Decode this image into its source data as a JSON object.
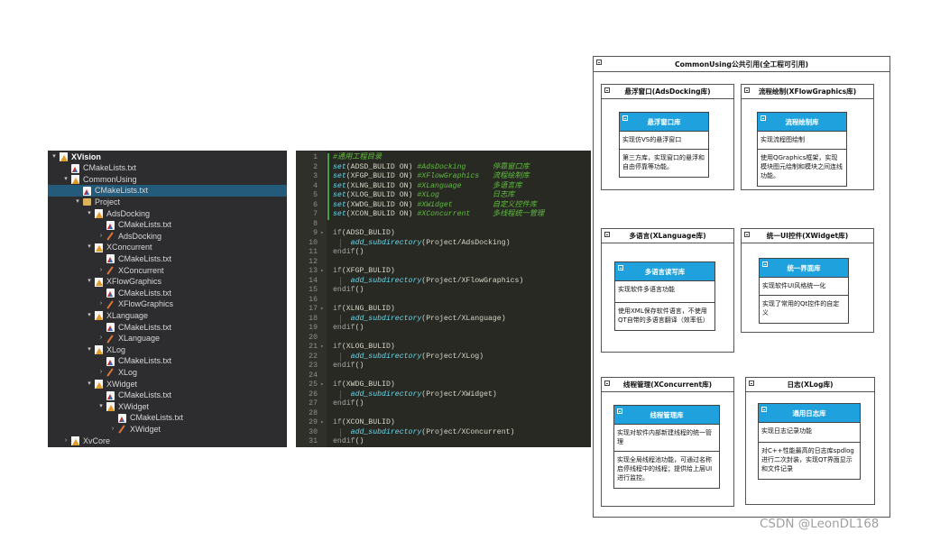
{
  "tree": {
    "items": [
      {
        "label": "XVision",
        "depth": 0,
        "arrow": "▾",
        "icon": "proj",
        "bold": true
      },
      {
        "label": "CMakeLists.txt",
        "depth": 1,
        "arrow": "",
        "icon": "cmake"
      },
      {
        "label": "CommonUsing",
        "depth": 1,
        "arrow": "▾",
        "icon": "proj"
      },
      {
        "label": "CMakeLists.txt",
        "depth": 2,
        "arrow": "",
        "icon": "cmake",
        "selected": true
      },
      {
        "label": "Project",
        "depth": 2,
        "arrow": "▾",
        "icon": "folder"
      },
      {
        "label": "AdsDocking",
        "depth": 3,
        "arrow": "▾",
        "icon": "proj"
      },
      {
        "label": "CMakeLists.txt",
        "depth": 4,
        "arrow": "",
        "icon": "cmake"
      },
      {
        "label": "AdsDocking",
        "depth": 4,
        "arrow": "›",
        "icon": "target"
      },
      {
        "label": "XConcurrent",
        "depth": 3,
        "arrow": "▾",
        "icon": "proj"
      },
      {
        "label": "CMakeLists.txt",
        "depth": 4,
        "arrow": "",
        "icon": "cmake"
      },
      {
        "label": "XConcurrent",
        "depth": 4,
        "arrow": "›",
        "icon": "target"
      },
      {
        "label": "XFlowGraphics",
        "depth": 3,
        "arrow": "▾",
        "icon": "proj"
      },
      {
        "label": "CMakeLists.txt",
        "depth": 4,
        "arrow": "",
        "icon": "cmake"
      },
      {
        "label": "XFlowGraphics",
        "depth": 4,
        "arrow": "›",
        "icon": "target"
      },
      {
        "label": "XLanguage",
        "depth": 3,
        "arrow": "▾",
        "icon": "proj"
      },
      {
        "label": "CMakeLists.txt",
        "depth": 4,
        "arrow": "",
        "icon": "cmake"
      },
      {
        "label": "XLanguage",
        "depth": 4,
        "arrow": "›",
        "icon": "target"
      },
      {
        "label": "XLog",
        "depth": 3,
        "arrow": "▾",
        "icon": "proj"
      },
      {
        "label": "CMakeLists.txt",
        "depth": 4,
        "arrow": "",
        "icon": "cmake"
      },
      {
        "label": "XLog",
        "depth": 4,
        "arrow": "›",
        "icon": "target"
      },
      {
        "label": "XWidget",
        "depth": 3,
        "arrow": "▾",
        "icon": "proj"
      },
      {
        "label": "CMakeLists.txt",
        "depth": 4,
        "arrow": "",
        "icon": "cmake"
      },
      {
        "label": "XWidget",
        "depth": 4,
        "arrow": "▾",
        "icon": "proj"
      },
      {
        "label": "CMakeLists.txt",
        "depth": 5,
        "arrow": "",
        "icon": "cmake"
      },
      {
        "label": "XWidget",
        "depth": 5,
        "arrow": "›",
        "icon": "target"
      },
      {
        "label": "XvCore",
        "depth": 1,
        "arrow": "›",
        "icon": "proj"
      }
    ]
  },
  "editor": {
    "lines": [
      {
        "n": "1",
        "fold": "",
        "parts": [
          [
            "c-com",
            "#通用工程目录"
          ]
        ]
      },
      {
        "n": "2",
        "fold": "",
        "parts": [
          [
            "c-set",
            "set"
          ],
          [
            "c-txt",
            "(ADSD_BULID ON) "
          ],
          [
            "c-com",
            "#AdsDocking      停靠窗口库"
          ]
        ]
      },
      {
        "n": "3",
        "fold": "",
        "parts": [
          [
            "c-set",
            "set"
          ],
          [
            "c-txt",
            "(XFGP_BULID ON) "
          ],
          [
            "c-com",
            "#XFlowGraphics   流程绘制库"
          ]
        ]
      },
      {
        "n": "4",
        "fold": "",
        "parts": [
          [
            "c-set",
            "set"
          ],
          [
            "c-txt",
            "(XLNG_BULID ON) "
          ],
          [
            "c-com",
            "#XLanguage       多语言库"
          ]
        ]
      },
      {
        "n": "5",
        "fold": "",
        "parts": [
          [
            "c-set",
            "set"
          ],
          [
            "c-txt",
            "(XLOG_BULID ON) "
          ],
          [
            "c-com",
            "#XLog            日志库"
          ]
        ]
      },
      {
        "n": "6",
        "fold": "",
        "parts": [
          [
            "c-set",
            "set"
          ],
          [
            "c-txt",
            "(XWDG_BULID ON) "
          ],
          [
            "c-com",
            "#XWidget         自定义控件库"
          ]
        ]
      },
      {
        "n": "7",
        "fold": "",
        "parts": [
          [
            "c-set",
            "set"
          ],
          [
            "c-txt",
            "(XCON_BULID ON) "
          ],
          [
            "c-com",
            "#XConcurrent     多线程统一管理"
          ]
        ]
      },
      {
        "n": "8",
        "fold": "",
        "parts": []
      },
      {
        "n": "9",
        "fold": "▾",
        "parts": [
          [
            "c-kw",
            "if"
          ],
          [
            "c-txt",
            "(ADSD_BULID)"
          ]
        ]
      },
      {
        "n": "10",
        "fold": "",
        "parts": [
          [
            "c-txt",
            "    "
          ],
          [
            "c-fn",
            "add_subdirectory"
          ],
          [
            "c-txt",
            "(Project/AdsDocking)"
          ]
        ]
      },
      {
        "n": "11",
        "fold": "",
        "parts": [
          [
            "c-kw",
            "endif"
          ],
          [
            "c-txt",
            "()"
          ]
        ]
      },
      {
        "n": "12",
        "fold": "",
        "parts": []
      },
      {
        "n": "13",
        "fold": "▾",
        "parts": [
          [
            "c-kw",
            "if"
          ],
          [
            "c-txt",
            "(XFGP_BULID)"
          ]
        ]
      },
      {
        "n": "14",
        "fold": "",
        "parts": [
          [
            "c-txt",
            "    "
          ],
          [
            "c-fn",
            "add_subdirectory"
          ],
          [
            "c-txt",
            "(Project/XFlowGraphics)"
          ]
        ]
      },
      {
        "n": "15",
        "fold": "",
        "parts": [
          [
            "c-kw",
            "endif"
          ],
          [
            "c-txt",
            "()"
          ]
        ]
      },
      {
        "n": "16",
        "fold": "",
        "parts": []
      },
      {
        "n": "17",
        "fold": "▾",
        "parts": [
          [
            "c-kw",
            "if"
          ],
          [
            "c-txt",
            "(XLNG_BULID)"
          ]
        ]
      },
      {
        "n": "18",
        "fold": "",
        "parts": [
          [
            "c-txt",
            "    "
          ],
          [
            "c-fn",
            "add_subdirectory"
          ],
          [
            "c-txt",
            "(Project/XLanguage)"
          ]
        ]
      },
      {
        "n": "19",
        "fold": "",
        "parts": [
          [
            "c-kw",
            "endif"
          ],
          [
            "c-txt",
            "()"
          ]
        ]
      },
      {
        "n": "20",
        "fold": "",
        "parts": []
      },
      {
        "n": "21",
        "fold": "▾",
        "parts": [
          [
            "c-kw",
            "if"
          ],
          [
            "c-txt",
            "(XLOG_BULID)"
          ]
        ]
      },
      {
        "n": "22",
        "fold": "",
        "parts": [
          [
            "c-txt",
            "    "
          ],
          [
            "c-fn",
            "add_subdirectory"
          ],
          [
            "c-txt",
            "(Project/XLog)"
          ]
        ]
      },
      {
        "n": "23",
        "fold": "",
        "parts": [
          [
            "c-kw",
            "endif"
          ],
          [
            "c-txt",
            "()"
          ]
        ]
      },
      {
        "n": "24",
        "fold": "",
        "parts": []
      },
      {
        "n": "25",
        "fold": "▾",
        "parts": [
          [
            "c-kw",
            "if"
          ],
          [
            "c-txt",
            "(XWDG_BULID)"
          ]
        ]
      },
      {
        "n": "26",
        "fold": "",
        "parts": [
          [
            "c-txt",
            "    "
          ],
          [
            "c-fn",
            "add_subdirectory"
          ],
          [
            "c-txt",
            "(Project/XWidget)"
          ]
        ]
      },
      {
        "n": "27",
        "fold": "",
        "parts": [
          [
            "c-kw",
            "endif"
          ],
          [
            "c-txt",
            "()"
          ]
        ]
      },
      {
        "n": "28",
        "fold": "",
        "parts": []
      },
      {
        "n": "29",
        "fold": "▾",
        "parts": [
          [
            "c-kw",
            "if"
          ],
          [
            "c-txt",
            "(XCON_BULID)"
          ]
        ]
      },
      {
        "n": "30",
        "fold": "",
        "parts": [
          [
            "c-txt",
            "    "
          ],
          [
            "c-fn",
            "add_subdirectory"
          ],
          [
            "c-txt",
            "(Project/XConcurrent)"
          ]
        ]
      },
      {
        "n": "31",
        "fold": "",
        "parts": [
          [
            "c-kw",
            "endif"
          ],
          [
            "c-txt",
            "()"
          ]
        ]
      }
    ]
  },
  "diagram": {
    "title": "CommonUsing公共引用(全工程可引用)",
    "groups": [
      {
        "key": "ads",
        "title": "悬浮窗口(AdsDocking库)",
        "class_title": "悬浮窗口库",
        "sections": [
          "实现仿VS的悬浮窗口",
          "第三方库，实现窗口的悬浮和自由停靠等功能。"
        ]
      },
      {
        "key": "flow",
        "title": "流程绘制(XFlowGraphics库)",
        "class_title": "流程绘制库",
        "sections": [
          "实现流程图绘制",
          "使用QGraphics框架，实现模块图元绘制和模块之间连线功能。"
        ]
      },
      {
        "key": "lang",
        "title": "多语言(XLanguage库)",
        "class_title": "多语言读写库",
        "sections": [
          "实现软件多语言功能",
          "使用XML保存软件语言，不使用QT自带的多语言翻译（效率低）"
        ]
      },
      {
        "key": "widget",
        "title": "统一UI控件(XWidget库)",
        "class_title": "统一界面库",
        "sections": [
          "实现软件UI风格统一化",
          "实现了常用的Qt控件的自定义"
        ]
      },
      {
        "key": "conc",
        "title": "线程管理(XConcurrent库)",
        "class_title": "线程管理库",
        "sections": [
          "实现对软件内部新建线程的统一管理",
          "实现全局线程池功能，可通过名称启停线程中的线程；提供给上层UI进行监控。"
        ]
      },
      {
        "key": "log",
        "title": "日志(XLog库)",
        "class_title": "通用日志库",
        "sections": [
          "实现日志记录功能",
          "对C++性能最高的日志库spdlog进行二次封装，实现QT界面显示和文件记录"
        ]
      }
    ]
  },
  "watermark": "CSDN @LeonDL168",
  "colors": {
    "class_header": "#1ea1dd",
    "tree_bg": "#2d2d30",
    "editor_bg": "#282923",
    "comment": "#5fbf3d"
  }
}
